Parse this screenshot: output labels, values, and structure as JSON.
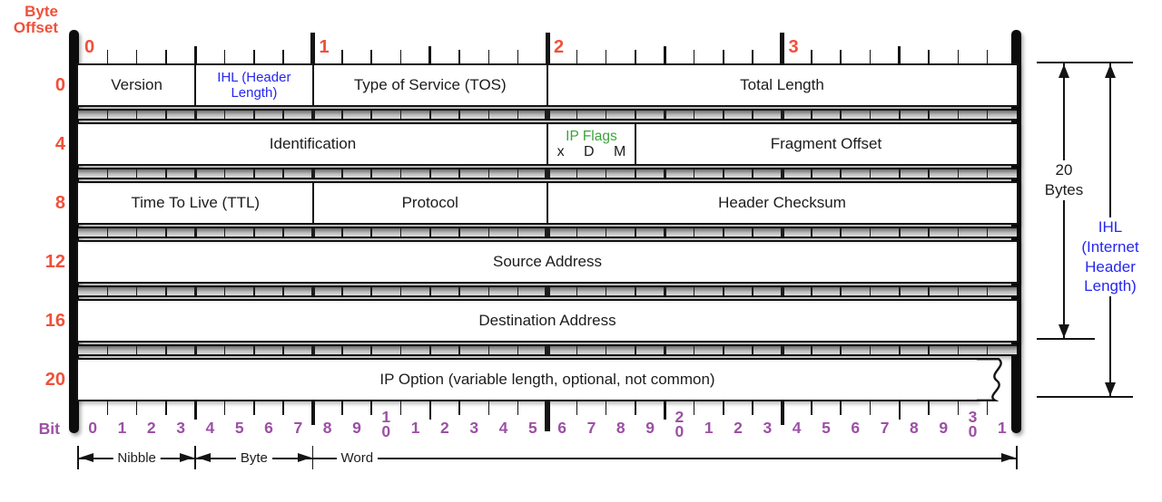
{
  "colors": {
    "offset_red": "#f0503a",
    "bit_purple": "#9c50a5",
    "flags_green": "#3ba33b",
    "ihl_blue": "#2626f2",
    "text_black": "#1c1c1c",
    "line_black": "#141414"
  },
  "diagram": {
    "corner_label": "Byte\nOffset",
    "top_byte_numbers": [
      "0",
      "1",
      "2",
      "3"
    ],
    "left_byte_offsets": [
      "0",
      "4",
      "8",
      "12",
      "16",
      "20"
    ],
    "rows": [
      {
        "offset": "0",
        "fields": [
          {
            "label": "Version",
            "bits": 4
          },
          {
            "label": "IHL (Header\nLength)",
            "bits": 4,
            "color": "ihl_blue",
            "small": true
          },
          {
            "label": "Type of Service (TOS)",
            "bits": 8
          },
          {
            "label": "Total Length",
            "bits": 16
          }
        ]
      },
      {
        "offset": "4",
        "fields": [
          {
            "label": "Identification",
            "bits": 16
          },
          {
            "label": "IP Flags",
            "bits": 3,
            "color": "flags_green",
            "small": true,
            "sub_flags": [
              "x",
              "D",
              "M"
            ]
          },
          {
            "label": "Fragment Offset",
            "bits": 13
          }
        ]
      },
      {
        "offset": "8",
        "fields": [
          {
            "label": "Time To Live (TTL)",
            "bits": 8
          },
          {
            "label": "Protocol",
            "bits": 8
          },
          {
            "label": "Header Checksum",
            "bits": 16
          }
        ]
      },
      {
        "offset": "12",
        "fields": [
          {
            "label": "Source Address",
            "bits": 32
          }
        ]
      },
      {
        "offset": "16",
        "fields": [
          {
            "label": "Destination Address",
            "bits": 32
          }
        ]
      },
      {
        "offset": "20",
        "torn": true,
        "fields": [
          {
            "label": "IP Option (variable length, optional, not common)",
            "bits": 32
          }
        ]
      }
    ],
    "bottom_ruler": {
      "label": "Bit",
      "bit_labels": [
        "0",
        "1",
        "2",
        "3",
        "4",
        "5",
        "6",
        "7",
        "8",
        "9",
        "1\n0",
        "1",
        "2",
        "3",
        "4",
        "5",
        "6",
        "7",
        "8",
        "9",
        "2\n0",
        "1",
        "2",
        "3",
        "4",
        "5",
        "6",
        "7",
        "8",
        "9",
        "3\n0",
        "1"
      ],
      "scale_arrows": [
        {
          "label": "Nibble",
          "from_bit": 0,
          "to_bit": 4,
          "heads": "both"
        },
        {
          "label": "Byte",
          "from_bit": 4,
          "to_bit": 8,
          "heads": "both"
        },
        {
          "label": "Word",
          "from_bit": 8,
          "to_bit": 32,
          "heads": "right"
        }
      ]
    },
    "right_annotations": [
      {
        "label": "20\nBytes",
        "color": "text_black"
      },
      {
        "label": "IHL\n(Internet\nHeader\nLength)",
        "color": "ihl_blue"
      }
    ]
  }
}
